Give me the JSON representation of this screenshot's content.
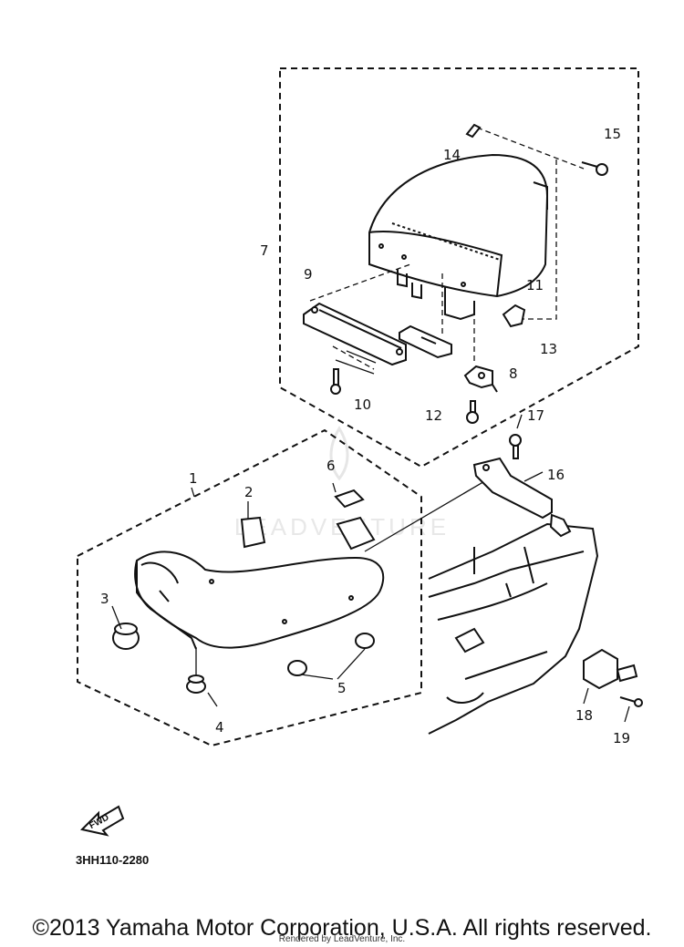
{
  "diagram": {
    "callouts": {
      "c1": "1",
      "c2": "2",
      "c3": "3",
      "c4": "4",
      "c5": "5",
      "c6": "6",
      "c7": "7",
      "c8": "8",
      "c9": "9",
      "c10": "10",
      "c11": "11",
      "c12": "12",
      "c13": "13",
      "c14": "14",
      "c15": "15",
      "c16": "16",
      "c17": "17",
      "c18": "18",
      "c19": "19"
    },
    "fwd_label": "FWD",
    "part_code": "3HH110-2280",
    "watermark": "LEADVENTURE"
  },
  "footer": {
    "copyright": "©2013 Yamaha Motor Corporation, U.S.A. All rights reserved.",
    "rendered_by": "Rendered by LeadVenture, Inc."
  },
  "colors": {
    "line": "#111111",
    "background": "#ffffff",
    "watermark": "#e6e6e6"
  }
}
